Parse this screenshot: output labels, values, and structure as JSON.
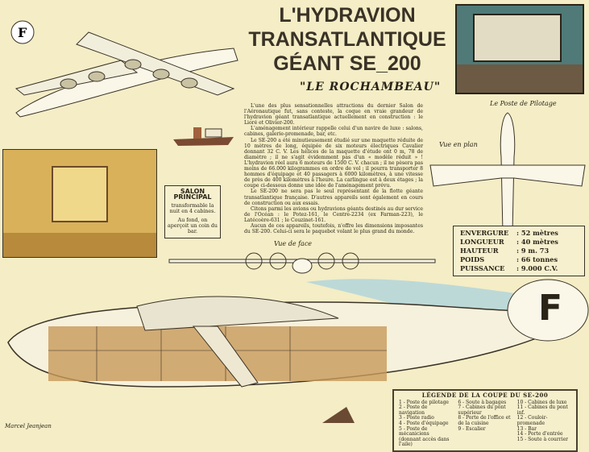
{
  "header": {
    "title_line1": "L'HYDRAVION",
    "title_line2": "TRANSATLANTIQUE",
    "title_line3": "GÉANT SE_200",
    "subtitle": "\"LE ROCHAMBEAU\""
  },
  "article": {
    "paragraphs": [
      "L'une des plus sensationnelles attractions du dernier Salon de l'Aéronautique fut, sans conteste, la coque en vraie grandeur de l'hydravion géant transatlantique actuellement en construction : le Lioré et Olivier-200.",
      "L'aménagement intérieur rappelle celui d'un navire de luxe : salons, cabines, galerie-promenade, bar, etc.",
      "Le SE-200 a été minutieusement étudié sur une maquette réduite de 10 mètres de long, équipée de six moteurs électriques Cavalier donnant 32 C. V. Les hélices de la maquette d'étude ont 0 m, 78 de diamètre ; il ne s'agit évidemment pas d'un « modèle réduit » ! L'hydravion réel aura 6 moteurs de 1500 C. V. chacun ; il ne pèsera pas moins de 66.000 kilogrammes en ordre de vol ; il pourra transporter 8 hommes d'équipage et 40 passagers à 6000 kilomètres, à une vitesse de près de 400 kilomètres à l'heure. La carlingue est à deux étages ; la coupe ci-dessous donne une idée de l'aménagement prévu.",
      "Le SE-200 ne sera pas le seul représentant de la flotte géante transatlantique française. D'autres appareils sont également en cours de construction ou aux essais.",
      "Citons parmi les avions ou hydravions géants destinés au dur service de l'Océan : le Potez-161, le Centre-2234 (ex Farman-223), le Latécoère-631 ; le Couzinet-161.",
      "Aucun de ces appareils, toutefois, n'offre les dimensions imposantes du SE-200. Celui-ci sera le paquebot volant le plus grand du monde."
    ]
  },
  "captions": {
    "cockpit": "Le Poste de Pilotage",
    "plan": "Vue en plan",
    "front": "Vue de face"
  },
  "salon": {
    "title1": "SALON",
    "title2": "PRINCIPAL",
    "text1": "transformable la nuit en 4 cabines.",
    "text2": "Au fond, on aperçoit un coin du bar."
  },
  "specs": [
    {
      "k": "ENVERGURE",
      "v": ": 52 mètres"
    },
    {
      "k": "LONGUEUR",
      "v": ": 40 mètres"
    },
    {
      "k": "HAUTEUR",
      "v": ": 9 m. 73"
    },
    {
      "k": "POIDS",
      "v": ": 66 tonnes"
    },
    {
      "k": "PUISSANCE",
      "v": ": 9.000 C.V."
    }
  ],
  "legend": {
    "title": "LÉGENDE DE LA COUPE DU SE-200",
    "col1": [
      "1 - Poste de pilotage",
      "2 - Poste de navigation",
      "3 - Poste radio",
      "4 - Poste d'équipage",
      "5 - Poste de mécaniciens",
      "(donnant accès dans l'aile)"
    ],
    "col2": [
      "6 - Soute à bagages",
      "7 - Cabines du pont supérieur",
      "8 - Porte de l'office et de la cuisine",
      "9 - Escalier"
    ],
    "col3": [
      "10 - Cabines de luxe",
      "11 - Cabines du pont inf.",
      "12 - Couloir-promenade",
      "13 - Bar",
      "14 - Porte d'entrée",
      "15 - Soute à courrier"
    ]
  },
  "tail_letter": "F",
  "signature": "Marcel Jeanjean"
}
